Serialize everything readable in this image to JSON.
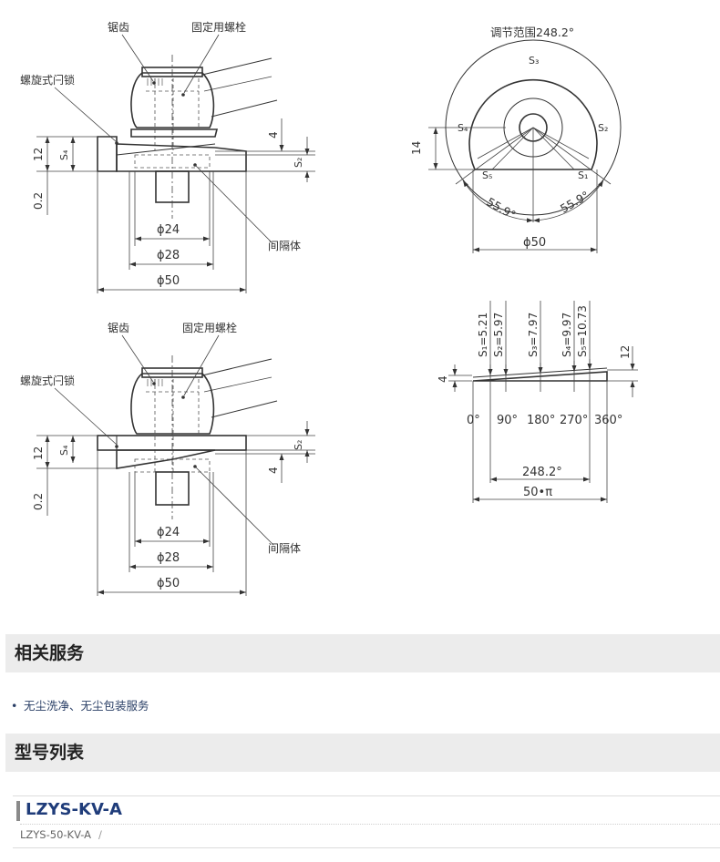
{
  "diagram": {
    "top_side": {
      "label_teeth": "锯齿",
      "label_bolt": "固定用螺栓",
      "label_lock": "螺旋式闩锁",
      "label_spacer": "间隔体",
      "dim_12": "12",
      "dim_s4": "S₄",
      "dim_4": "4",
      "dim_s2": "S₂",
      "dim_02": "0.2",
      "dim_d24": "ϕ24",
      "dim_d28": "ϕ28",
      "dim_d50": "ϕ50"
    },
    "bottom_side": {
      "label_teeth": "锯齿",
      "label_bolt": "固定用螺栓",
      "label_lock": "螺旋式闩锁",
      "label_spacer": "间隔体",
      "dim_12": "12",
      "dim_s4": "S₄",
      "dim_4": "4",
      "dim_s2": "S₂",
      "dim_02": "0.2",
      "dim_d24": "ϕ24",
      "dim_d28": "ϕ28",
      "dim_d50": "ϕ50"
    },
    "top_view": {
      "range_label": "调节范围248.2°",
      "s1": "S₁",
      "s2": "S₂",
      "s3": "S₃",
      "s4": "S₄",
      "s5": "S₅",
      "dim_14": "14",
      "angle_left": "55.9°",
      "angle_right": "55.9°",
      "dim_d50": "ϕ50"
    },
    "development": {
      "s1": "S₁=5.21",
      "s2": "S₂=5.97",
      "s3": "S₃=7.97",
      "s4": "S₄=9.97",
      "s5": "S₅=10.73",
      "dim_4": "4",
      "dim_12": "12",
      "deg_0": "0°",
      "deg_90": "90°",
      "deg_180": "180°",
      "deg_270": "270°",
      "deg_360": "360°",
      "range": "248.2°",
      "circumference": "50•π"
    }
  },
  "related": {
    "title": "相关服务",
    "items": [
      "无尘洗净、无尘包装服务"
    ]
  },
  "models": {
    "title": "型号列表",
    "series": "LZYS-KV-A",
    "codes": [
      "LZYS-50-KV-A"
    ],
    "separator": "/"
  }
}
